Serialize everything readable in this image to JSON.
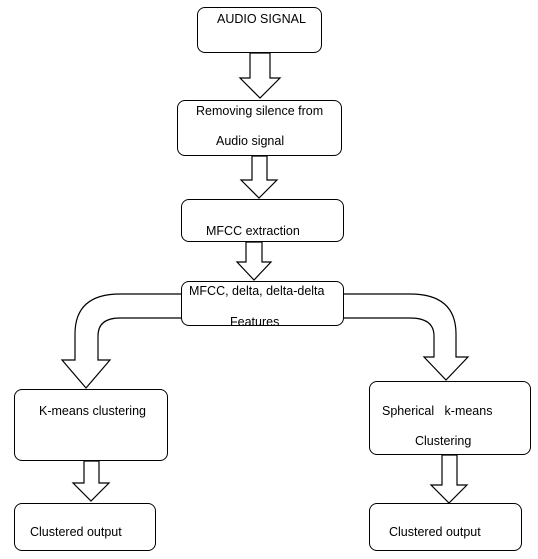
{
  "nodes": {
    "audio_signal": "AUDIO SIGNAL",
    "silence_line1": "Removing silence from",
    "silence_line2": "Audio signal",
    "mfcc": "MFCC extraction",
    "features_line1": "MFCC, delta, delta-delta",
    "features_line2": "Features",
    "kmeans": "K-means clustering",
    "spherical_line1": "Spherical   k-means",
    "spherical_line2": "Clustering",
    "output_left": "Clustered output",
    "output_right": "Clustered output"
  },
  "colors": {
    "stroke": "#000000",
    "fill": "#ffffff"
  },
  "arrow_style": "hollow block arrows"
}
